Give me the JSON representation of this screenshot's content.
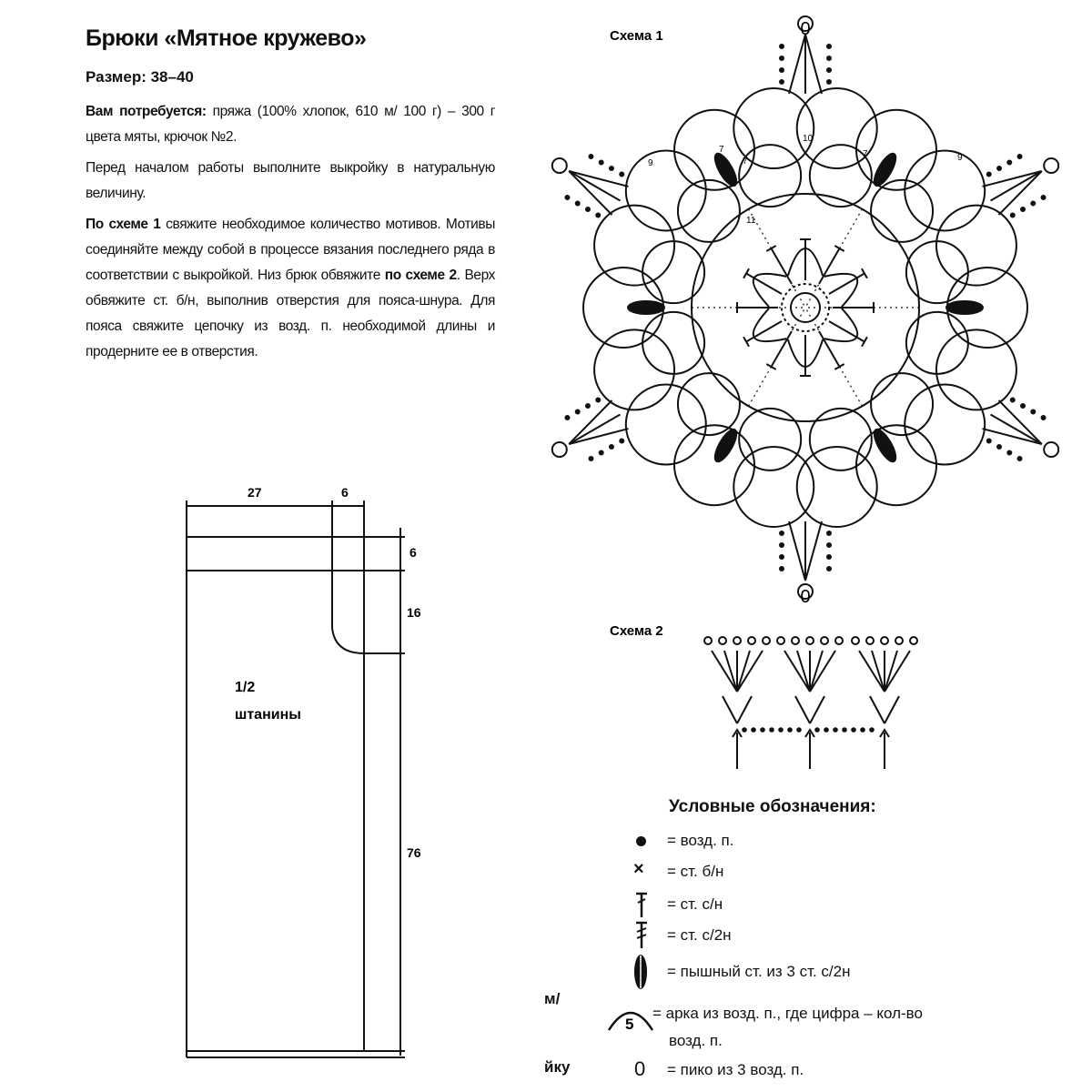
{
  "title": "Брюки «Мятное кружево»",
  "size_label": "Размер: 38–40",
  "materials": {
    "label": "Вам потребуется:",
    "text": " пряжа (100% хлопок, 610 м/ 100 г) – 300 г цвета мяты, крючок №2."
  },
  "intro": "Перед началом работы выполните выкройку в натуральную величину.",
  "instructions": {
    "part1_bold": "По схеме 1",
    "part1": " свяжите необходимое количество мотивов. Мотивы соединяйте между собой в процессе вязания последнего ряда в соответствии с выкройкой. Низ брюк обвяжите ",
    "part2_bold": "по схеме 2",
    "part2": ". Верх обвяжите ст. б/н, выполнив отверстия для пояса-шнура. Для пояса свяжите цепочку из возд. п. необходимой длины и продерните ее в отверстия."
  },
  "pattern": {
    "dim_width": "27",
    "dim_step": "6",
    "dim_band": "6",
    "dim_curve": "16",
    "dim_leg": "76",
    "label_fraction": "1/2",
    "label_name": "штанины"
  },
  "scheme1": {
    "title": "Схема 1",
    "label_top": "0",
    "label_bottom": "0",
    "label_10": "10",
    "label_11": "11",
    "label_9a": "9",
    "label_9b": "9",
    "label_7a": "7",
    "label_7b": "7",
    "label_7c": "7"
  },
  "scheme2": {
    "title": "Схема 2"
  },
  "legend": {
    "title": "Условные обозначения:",
    "items": [
      {
        "symbol": "chain-dot",
        "text": "= возд. п."
      },
      {
        "symbol": "cross",
        "text": "= ст. б/н"
      },
      {
        "symbol": "dc",
        "text": "= ст. с/н"
      },
      {
        "symbol": "hdc",
        "text": "= ст. с/2н"
      },
      {
        "symbol": "puff",
        "text": "= пышный ст. из 3 ст. с/2н"
      },
      {
        "symbol": "arch",
        "text": "= арка из возд. п., где цифра – кол-во",
        "text2": "возд. п.",
        "digit": "5"
      },
      {
        "symbol": "picot",
        "text": "= пико из 3 возд. п.",
        "digit": "0"
      }
    ]
  },
  "margin_fragments": {
    "frag1": "м/",
    "frag2": "йку"
  }
}
